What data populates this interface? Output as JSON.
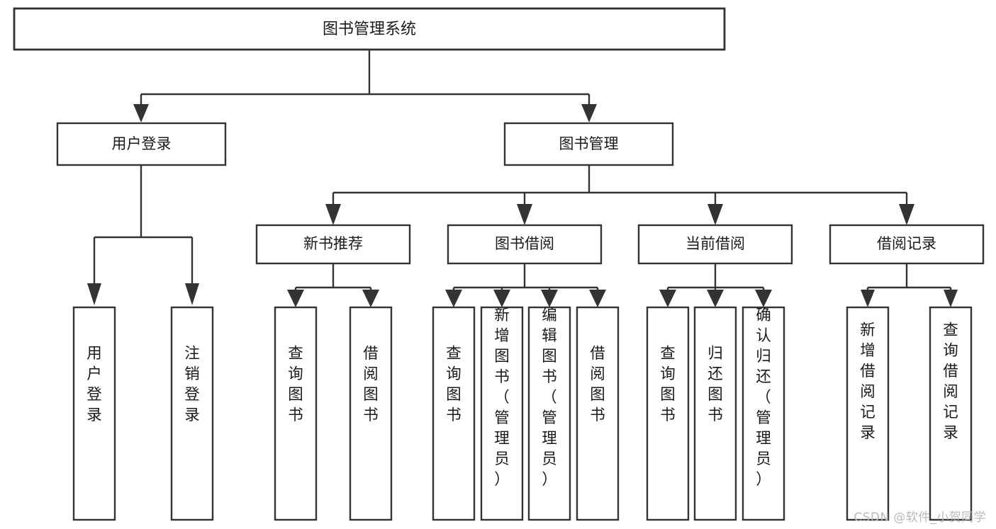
{
  "diagram": {
    "title": "图书管理系统",
    "type": "tree-hierarchy-chart",
    "orientation": "top-down",
    "colors": {
      "box_stroke": "#333333",
      "box_fill": "#ffffff",
      "connector": "#333333",
      "text": "#1a1a1a",
      "background": "#ffffff",
      "watermark": "#b9b9b9"
    },
    "root": {
      "label": "图书管理系统"
    },
    "level2": [
      {
        "id": "user-login",
        "label": "用户登录"
      },
      {
        "id": "book-manage",
        "label": "图书管理"
      }
    ],
    "level3": [
      {
        "id": "new-book-recommend",
        "label": "新书推荐",
        "parent": "book-manage"
      },
      {
        "id": "book-borrow",
        "label": "图书借阅",
        "parent": "book-manage"
      },
      {
        "id": "current-borrow",
        "label": "当前借阅",
        "parent": "book-manage"
      },
      {
        "id": "borrow-record",
        "label": "借阅记录",
        "parent": "book-manage"
      }
    ],
    "leaves": {
      "user-login": [
        {
          "id": "leaf-user-login",
          "label": "用户登录"
        },
        {
          "id": "leaf-user-logout",
          "label": "注销登录"
        }
      ],
      "new-book-recommend": [
        {
          "id": "leaf-query-book-1",
          "label": "查询图书"
        },
        {
          "id": "leaf-borrow-book-1",
          "label": "借阅图书"
        }
      ],
      "book-borrow": [
        {
          "id": "leaf-query-book-2",
          "label": "查询图书"
        },
        {
          "id": "leaf-add-book",
          "label": "新增图书（管理员）"
        },
        {
          "id": "leaf-edit-book",
          "label": "编辑图书（管理员）"
        },
        {
          "id": "leaf-borrow-book-2",
          "label": "借阅图书"
        }
      ],
      "current-borrow": [
        {
          "id": "leaf-query-book-3",
          "label": "查询图书"
        },
        {
          "id": "leaf-return-book",
          "label": "归还图书"
        },
        {
          "id": "leaf-confirm-return",
          "label": "确认归还（管理员）"
        }
      ],
      "borrow-record": [
        {
          "id": "leaf-add-record",
          "label": "新增借阅记录"
        },
        {
          "id": "leaf-query-record",
          "label": "查询借阅记录"
        }
      ]
    }
  },
  "watermark": {
    "text": "CSDN @软件_小贺同学"
  }
}
